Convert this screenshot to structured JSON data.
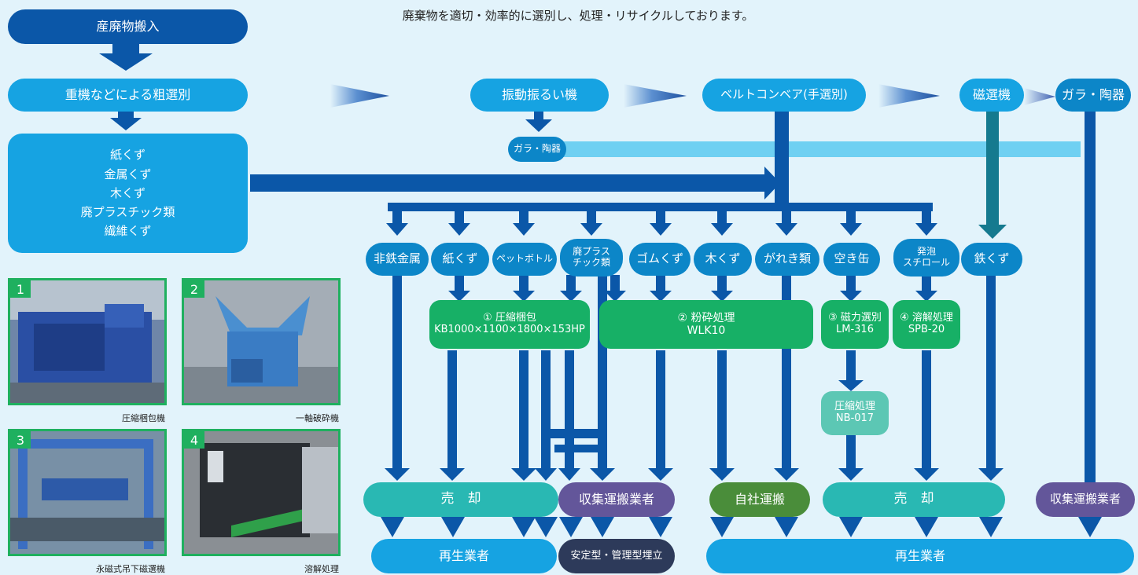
{
  "header": {
    "tagline": "廃棄物を適切・効率的に選別し、処理・リサイクルしております。"
  },
  "flow": {
    "intake": "産廃物搬入",
    "rough_sort": "重機などによる粗選別",
    "rough_outputs": [
      "紙くず",
      "金属くず",
      "木くず",
      "廃プラスチック類",
      "繊維くず"
    ],
    "vibrating_screen": "振動振るい機",
    "glass_ceramic_small": "ガラ・陶器",
    "belt_conveyor": "ベルトコンベア(手選別)",
    "magnetic_separator": "磁選機",
    "glass_ceramic": "ガラ・陶器"
  },
  "materials": {
    "non_ferrous": "非鉄金属",
    "paper": "紙くず",
    "pet_bottle": "ペットボトル",
    "waste_plastic": [
      "廃プラス",
      "チック類"
    ],
    "rubber": "ゴムくず",
    "wood": "木くず",
    "rubble": "がれき類",
    "cans": "空き缶",
    "styrofoam": [
      "発泡",
      "スチロール"
    ],
    "iron": "鉄くず"
  },
  "processes": {
    "compression_baling": {
      "title": "① 圧縮梱包",
      "model": "KB1000×1100×1800×153HP"
    },
    "crushing": {
      "title": "② 粉砕処理",
      "model": "WLK10"
    },
    "magnetic_sorting": {
      "title": "③ 磁力選別",
      "model": "LM-316"
    },
    "melting": {
      "title": "④ 溶解処理",
      "model": "SPB-20"
    },
    "compression": {
      "title": "圧縮処理",
      "model": "NB-017"
    }
  },
  "destinations": {
    "sale_left": "売　却",
    "collector_left": "収集運搬業者",
    "own_transport": "自社運搬",
    "sale_right": "売　却",
    "collector_right": "収集運搬業者",
    "recycler_left": "再生業者",
    "landfill": "安定型・管理型埋立",
    "recycler_right": "再生業者"
  },
  "photos": [
    {
      "num": "1",
      "caption": "圧縮梱包機"
    },
    {
      "num": "2",
      "caption": "一軸破砕機"
    },
    {
      "num": "3",
      "caption": "永磁式吊下磁選機"
    },
    {
      "num": "4",
      "caption": "溶解処理"
    }
  ],
  "colors": {
    "dark_blue": "#0b57a8",
    "sky_blue": "#16a3e2",
    "light_band": "#6fd0f2",
    "green": "#17b066",
    "teal": "#29b8b3",
    "purple": "#63569a",
    "olive": "#4a8d3a",
    "photo_frame": "#1fb05f"
  }
}
